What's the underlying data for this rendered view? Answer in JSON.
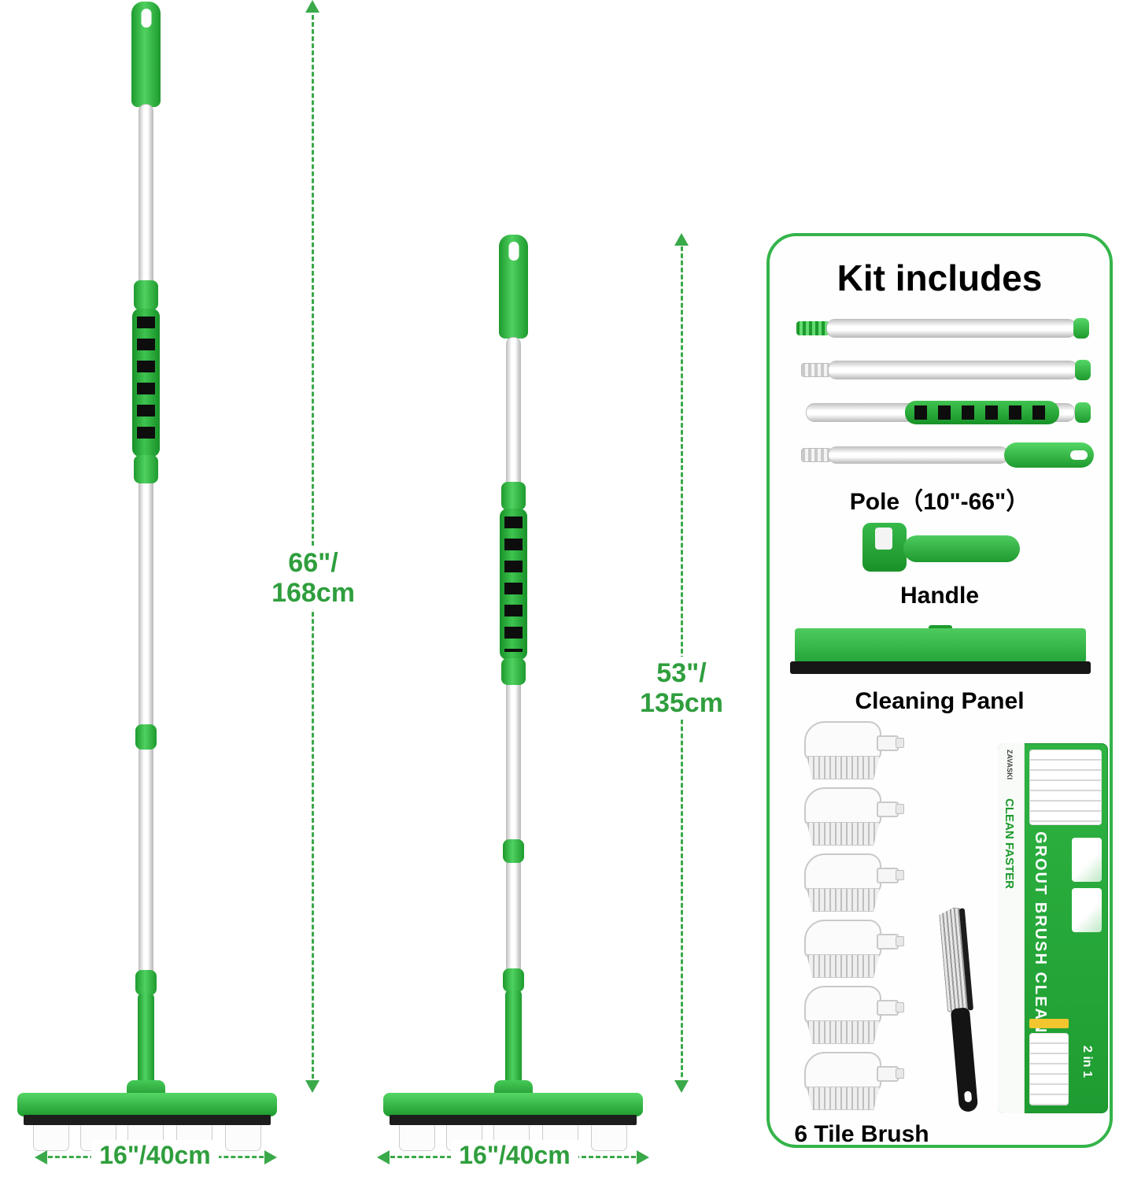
{
  "dimensions": {
    "left": {
      "height_line1": "66\"/",
      "height_line2": "168cm",
      "width": "16\"/40cm"
    },
    "middle": {
      "height_line1": "53\"/",
      "height_line2": "135cm",
      "width": "16\"/40cm"
    }
  },
  "kit_panel": {
    "title": "Kit includes",
    "items": {
      "pole": {
        "label": "Pole（10\"-66\"）"
      },
      "handle": {
        "label": "Handle"
      },
      "cleaning_panel": {
        "label": "Cleaning Panel"
      },
      "tile_brush": {
        "label": "6 Tile Brush"
      }
    }
  },
  "box": {
    "brand": "ZAVASKI",
    "left_text": "CLEAN FASTER",
    "main_text": "GROUT BRUSH CLEANER",
    "badge": "2 in 1"
  },
  "colors": {
    "accent_green": "#2fb33f",
    "dimension_text": "#2f9e3d",
    "panel_border": "#34b44a"
  }
}
